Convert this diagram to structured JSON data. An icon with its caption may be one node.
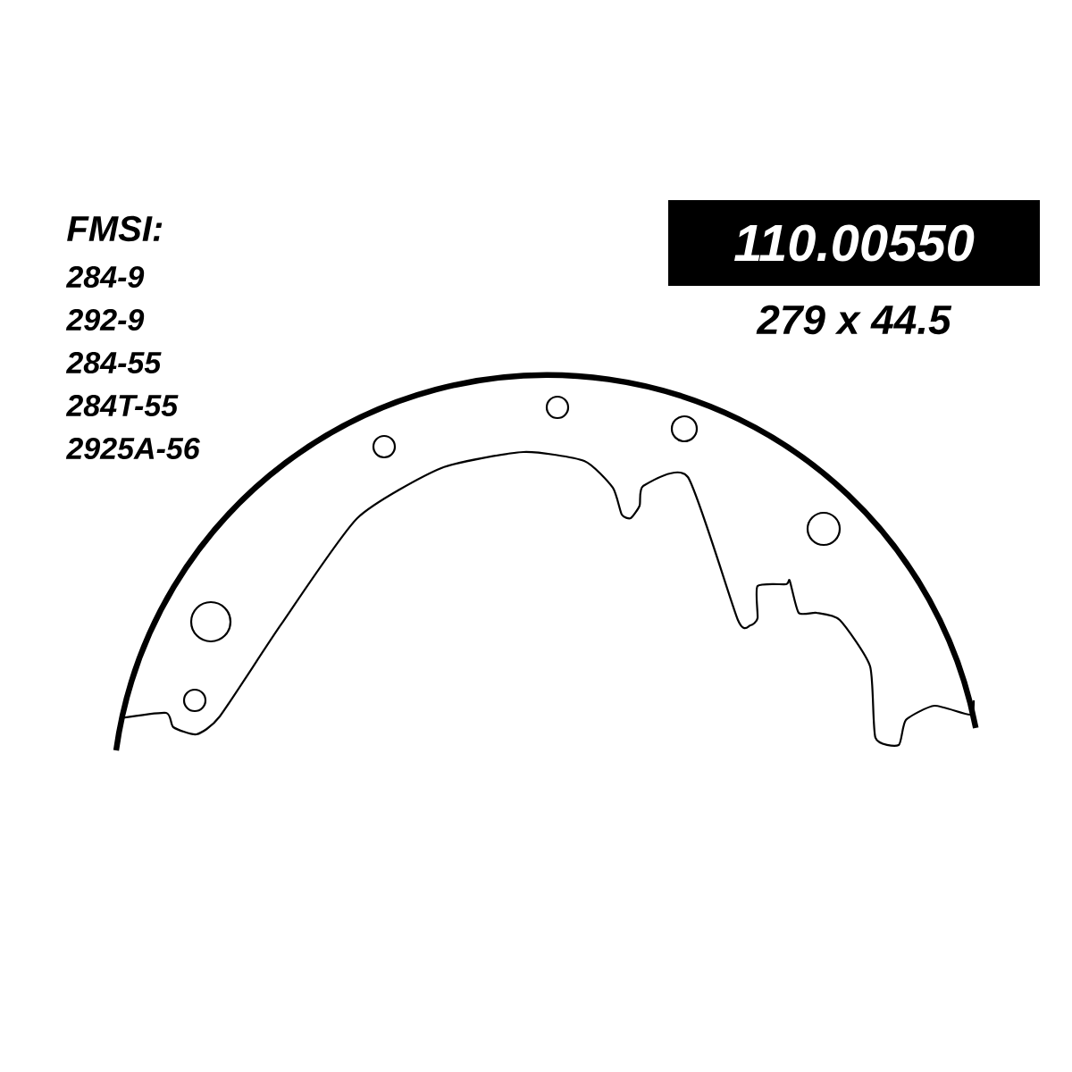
{
  "diagram": {
    "nodes": [
      {
        "text": [
          "110.00550"
        ]
      }
    ],
    "edges": [],
    "labels": [
      "FMSI:",
      "284-9",
      "292-9",
      "284-55",
      "284T-55",
      "2925A-56",
      "279 x 44.5"
    ]
  }
}
